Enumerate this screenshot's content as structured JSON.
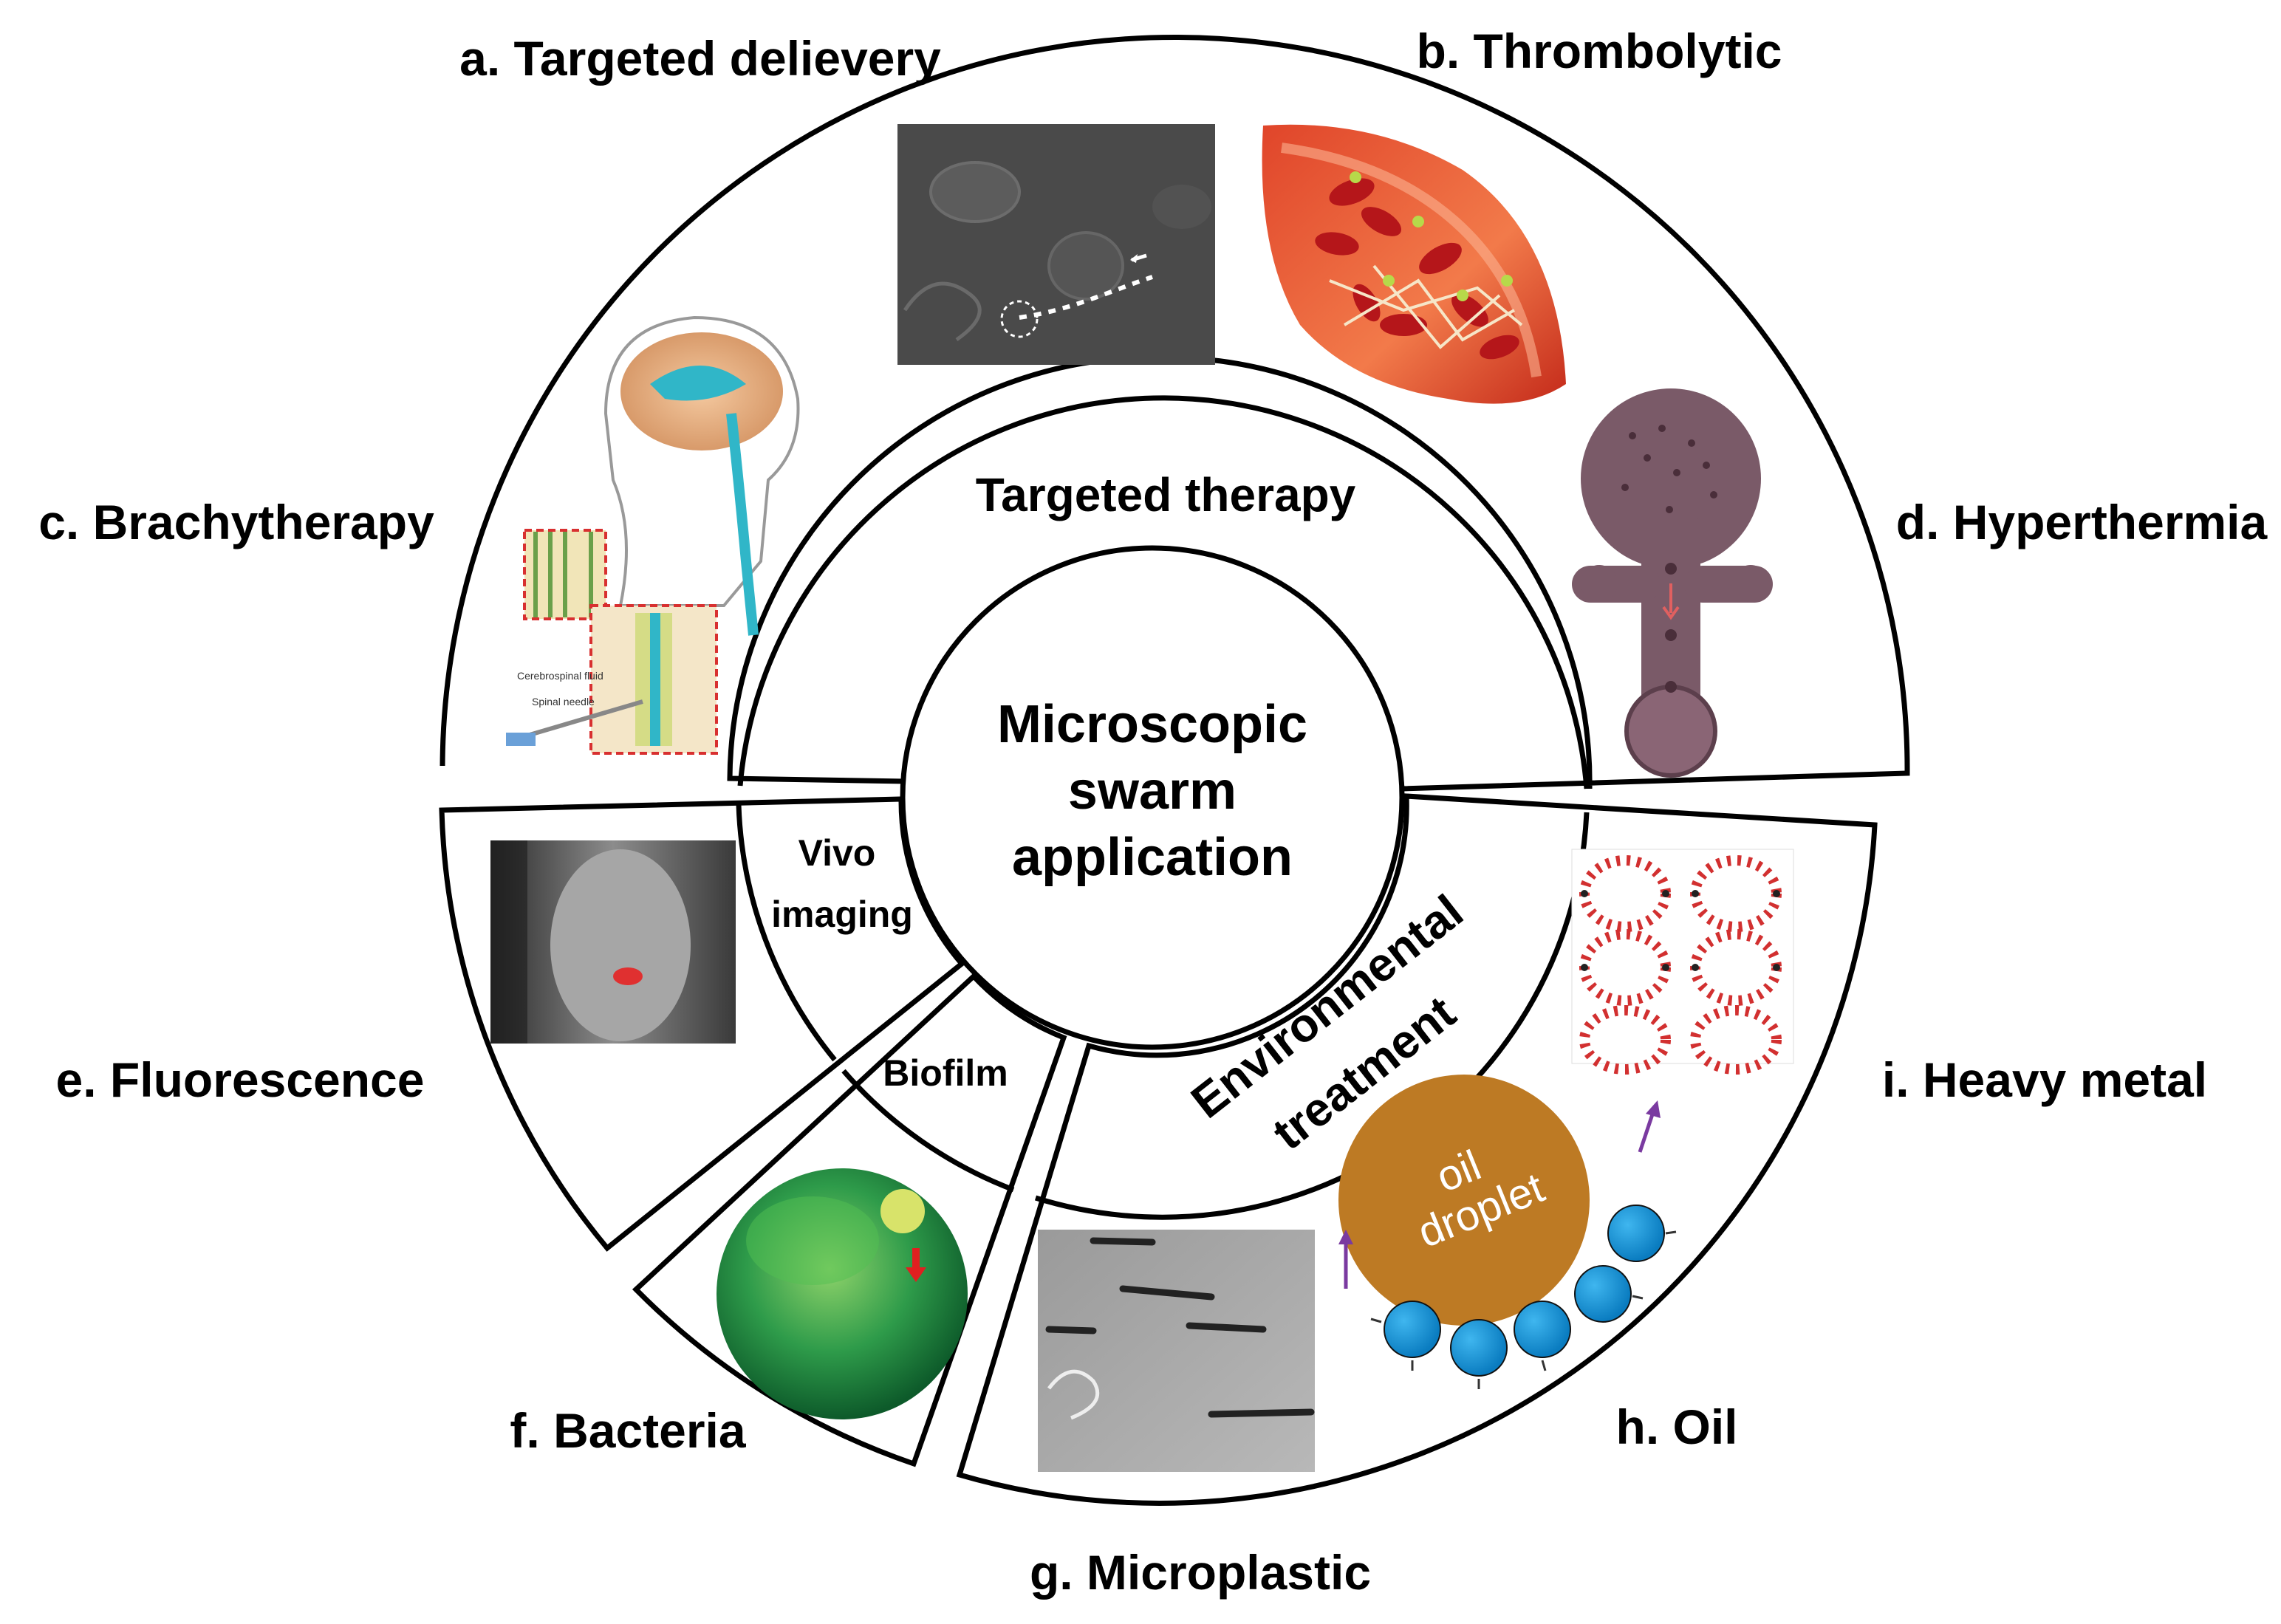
{
  "center": {
    "line1": "Microscopic",
    "line2": "swarm",
    "line3": "application"
  },
  "inner_ring": {
    "targeted_therapy": "Targeted therapy",
    "vivo_line1": "Vivo",
    "vivo_line2": "imaging",
    "biofilm": "Biofilm",
    "environmental_line1": "Environmental",
    "environmental_line2": "treatment"
  },
  "outer_labels": {
    "a": "a. Targeted delievery",
    "b": "b. Thrombolytic",
    "c": "c. Brachytherapy",
    "d": "d. Hyperthermia",
    "e": "e. Fluorescence",
    "f": "f. Bacteria",
    "g": "g. Microplastic",
    "h": "h. Oil",
    "i": "i. Heavy metal"
  },
  "figure_text": {
    "oil_line1": "oil",
    "oil_line2": "droplet",
    "csf_label": "Cerebrospinal fluid",
    "needle_label": "Spinal needle"
  }
}
